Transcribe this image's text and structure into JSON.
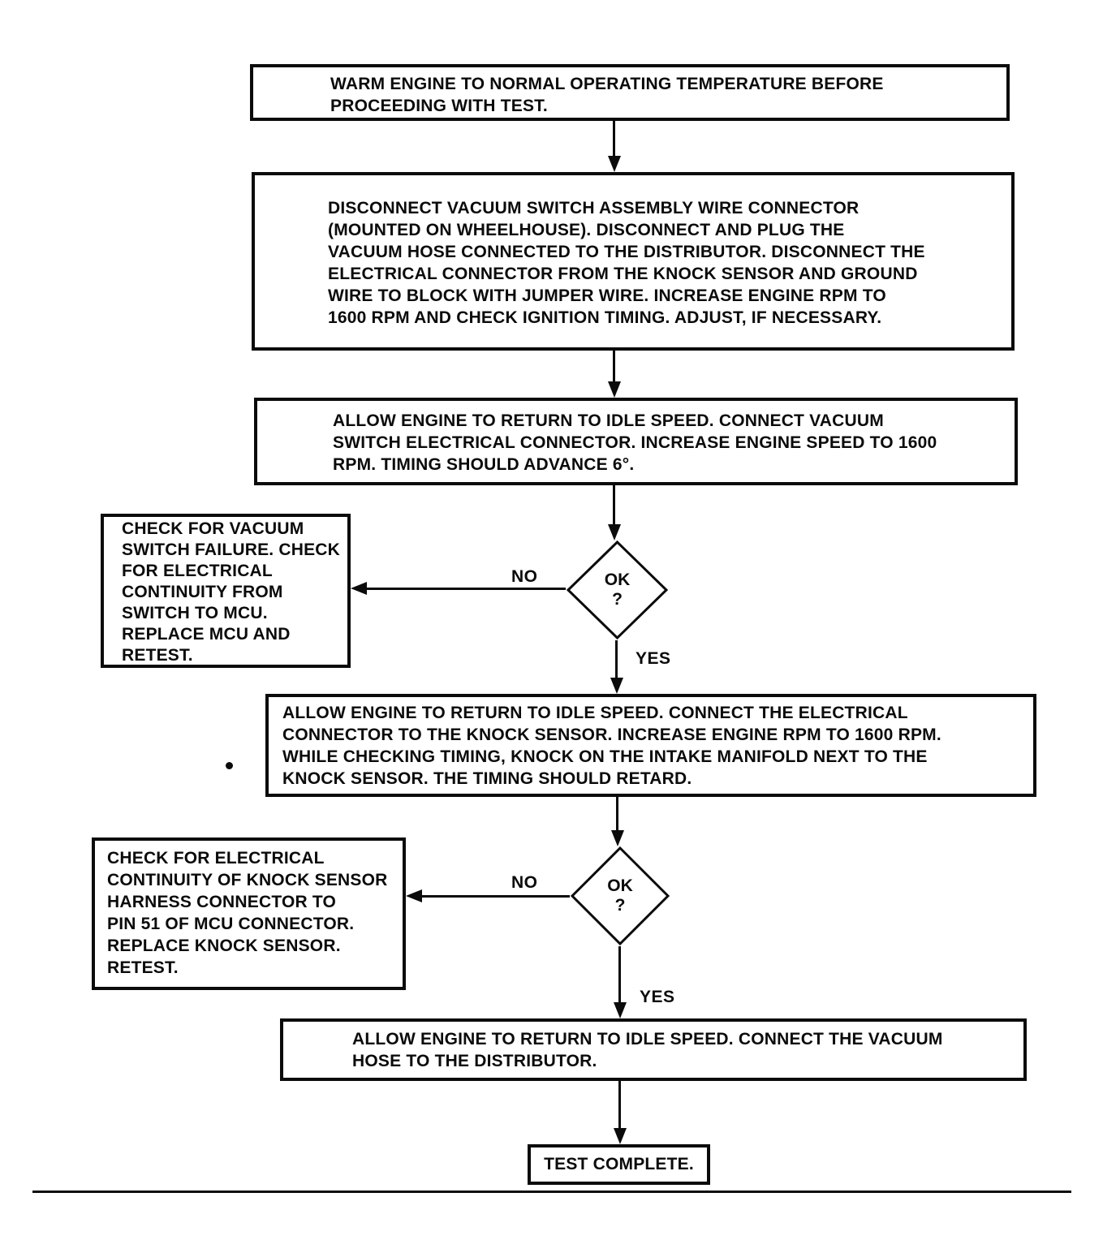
{
  "page": {
    "ink_color": "#0b0b0b",
    "paper_color": "#ffffff"
  },
  "flowchart": {
    "steps": {
      "warm_engine": [
        "WARM ENGINE TO NORMAL OPERATING TEMPERATURE BEFORE",
        "PROCEEDING WITH TEST."
      ],
      "disconnect_setup": [
        "DISCONNECT VACUUM SWITCH ASSEMBLY WIRE CONNECTOR",
        "(MOUNTED ON WHEELHOUSE). DISCONNECT AND PLUG THE",
        "VACUUM HOSE CONNECTED TO THE DISTRIBUTOR. DISCONNECT THE",
        "ELECTRICAL CONNECTOR FROM THE KNOCK SENSOR AND GROUND",
        "WIRE TO BLOCK WITH JUMPER WIRE. INCREASE ENGINE RPM TO",
        "1600 RPM AND CHECK IGNITION TIMING. ADJUST, IF NECESSARY."
      ],
      "connect_vacuum_switch": [
        "ALLOW ENGINE TO RETURN TO IDLE SPEED. CONNECT VACUUM",
        "SWITCH ELECTRICAL CONNECTOR. INCREASE ENGINE SPEED TO 1600",
        "RPM. TIMING SHOULD ADVANCE 6°."
      ],
      "knock_sensor_test": [
        "ALLOW ENGINE TO RETURN TO IDLE SPEED. CONNECT THE ELECTRICAL",
        "CONNECTOR TO THE KNOCK SENSOR. INCREASE ENGINE RPM TO 1600 RPM.",
        "WHILE CHECKING TIMING, KNOCK ON THE INTAKE MANIFOLD NEXT TO THE",
        "KNOCK SENSOR. THE TIMING SHOULD RETARD."
      ],
      "connect_vacuum_hose": [
        "ALLOW ENGINE TO RETURN TO IDLE SPEED. CONNECT THE VACUUM",
        "HOSE TO THE DISTRIBUTOR."
      ],
      "test_complete": "TEST COMPLETE."
    },
    "failures": {
      "vacuum_switch_failure": [
        "CHECK FOR VACUUM",
        "SWITCH FAILURE. CHECK",
        "FOR ELECTRICAL",
        "CONTINUITY FROM",
        "SWITCH TO MCU.",
        "REPLACE MCU AND",
        "RETEST."
      ],
      "knock_sensor_continuity": [
        "CHECK FOR ELECTRICAL",
        "CONTINUITY OF KNOCK SENSOR",
        "HARNESS CONNECTOR TO",
        "PIN 51 OF MCU CONNECTOR.",
        "REPLACE KNOCK SENSOR.",
        "RETEST."
      ]
    },
    "decisions": {
      "d1": {
        "ok": "OK",
        "q": "?",
        "no": "NO",
        "yes": "YES"
      },
      "d2": {
        "ok": "OK",
        "q": "?",
        "no": "NO",
        "yes": "YES"
      }
    }
  }
}
